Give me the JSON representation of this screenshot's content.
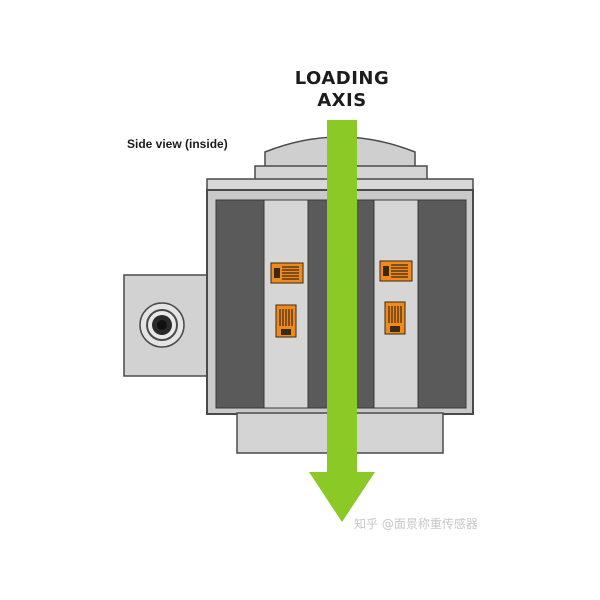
{
  "diagram": {
    "title_line1": "LOADING",
    "title_line2": "AXIS",
    "view_label": "Side view (inside)",
    "watermark": "知乎 @面景称重传感器"
  },
  "colors": {
    "frame_light": "#cfcfcf",
    "frame_stroke": "#4a4a4a",
    "panel_dark": "#5a5a5a",
    "strip_light": "#d6d6d6",
    "arrow_green": "#8ac926",
    "gauge_orange": "#f08a1c",
    "gauge_dark": "#3a2a10"
  },
  "icons": {
    "strain_gauge": "strain-gauge-icon",
    "mount_hole": "mount-hole-icon",
    "arrow": "loading-arrow-icon"
  }
}
